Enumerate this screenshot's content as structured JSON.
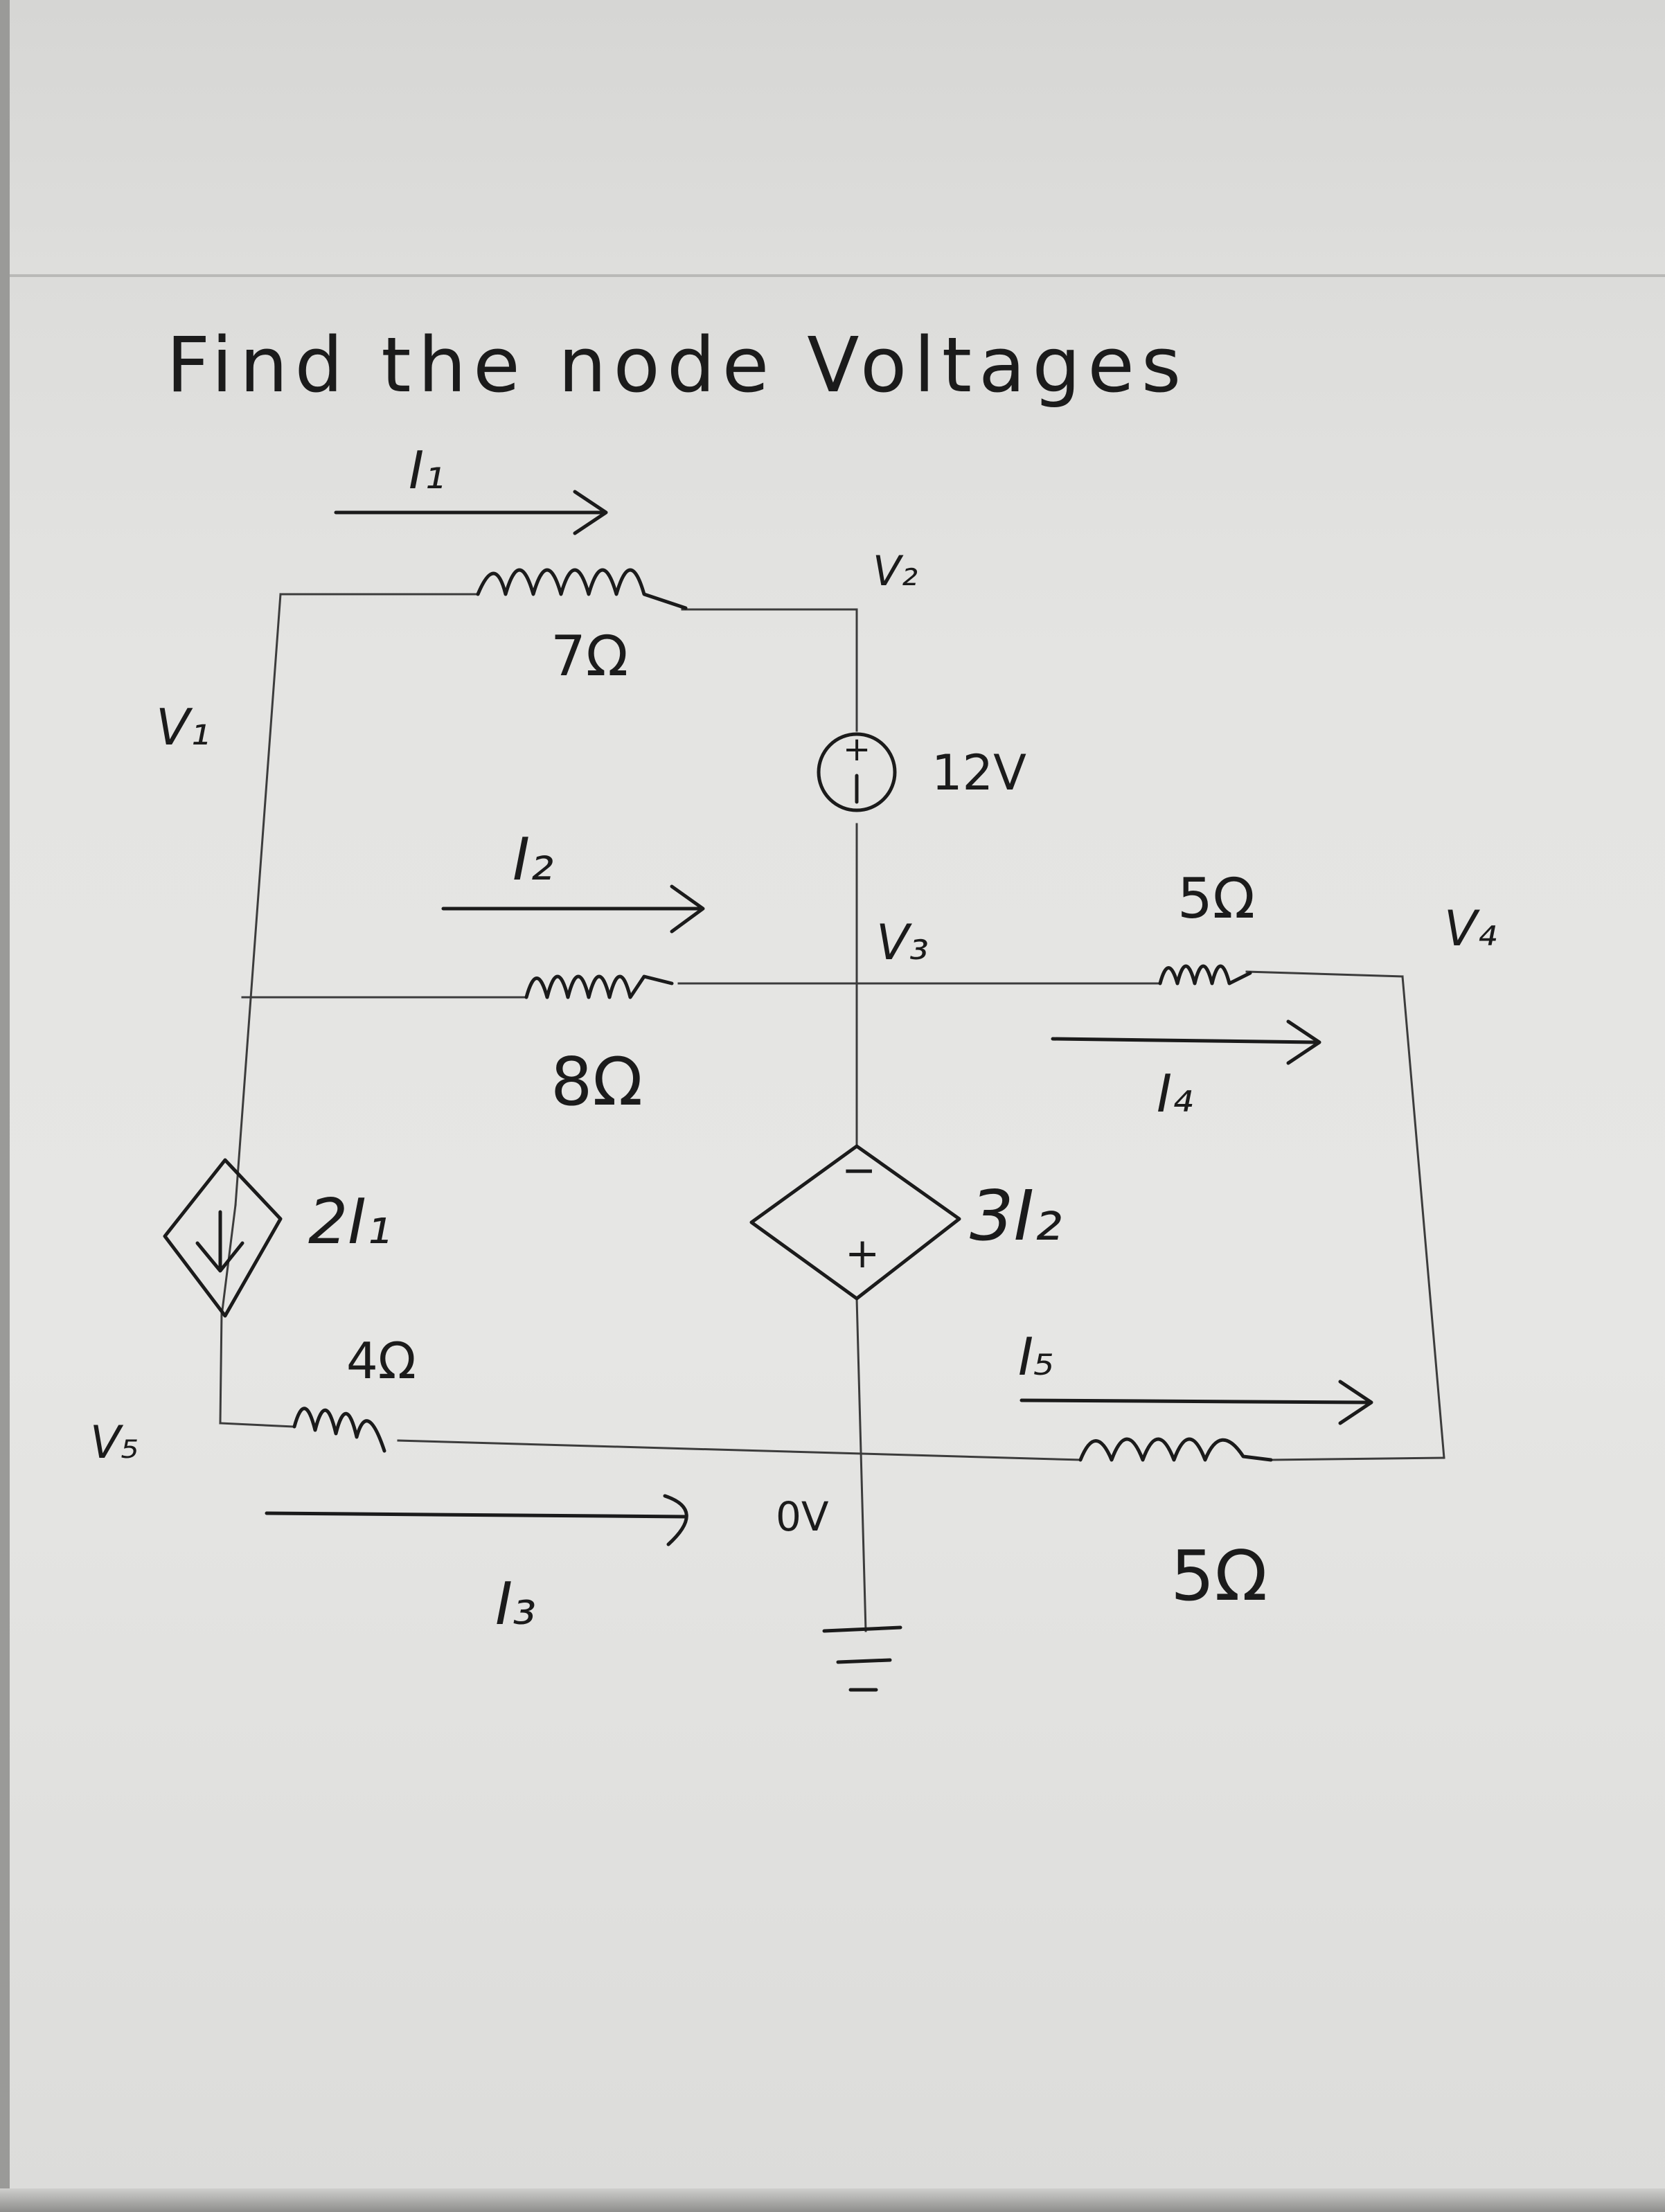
{
  "title": "Find the node Voltages",
  "nodes": {
    "v1": "V₁",
    "v2": "V₂",
    "v3": "V₃",
    "v4": "V₄",
    "v5": "V₅",
    "ground": "0V"
  },
  "resistors": {
    "r_top": "7Ω",
    "r_mid": "8Ω",
    "r_bottom_left": "4Ω",
    "r_right_top": "5Ω",
    "r_right_bottom": "5Ω"
  },
  "sources": {
    "voltage_source": "12V",
    "current_source": "2I₁",
    "dependent_voltage_source": "3I₂",
    "plus_sign": "+",
    "minus_sign": "−"
  },
  "currents": {
    "i1": "I₁",
    "i2": "I₂",
    "i3": "I₃",
    "i4": "I₄",
    "i5": "I₅"
  },
  "colors": {
    "ink": "#1b1b1b",
    "paper": "#e4e4e2"
  }
}
